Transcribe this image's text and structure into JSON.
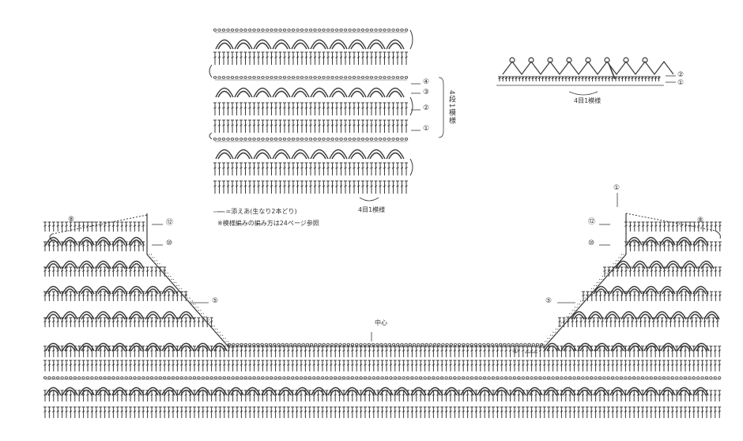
{
  "legend": {
    "line1": "― =添えあ(生なり2本どり)",
    "line2": "※模様編みの編み方は24ページ参照"
  },
  "swatch_main": {
    "rows": [
      "④",
      "③",
      "②",
      "①"
    ],
    "repeat_vertical": "4段1模様",
    "repeat_horizontal": "4目1模様"
  },
  "swatch_edge": {
    "rows": [
      "②",
      "①"
    ],
    "repeat_horizontal": "4目1模様"
  },
  "body": {
    "center_label": "中心",
    "left_marks": [
      "⑧",
      "⑫",
      "⑩",
      "⑤"
    ],
    "right_marks": [
      "①",
      "⑫",
      "⑧",
      "⑩",
      "⑤",
      "①"
    ]
  }
}
